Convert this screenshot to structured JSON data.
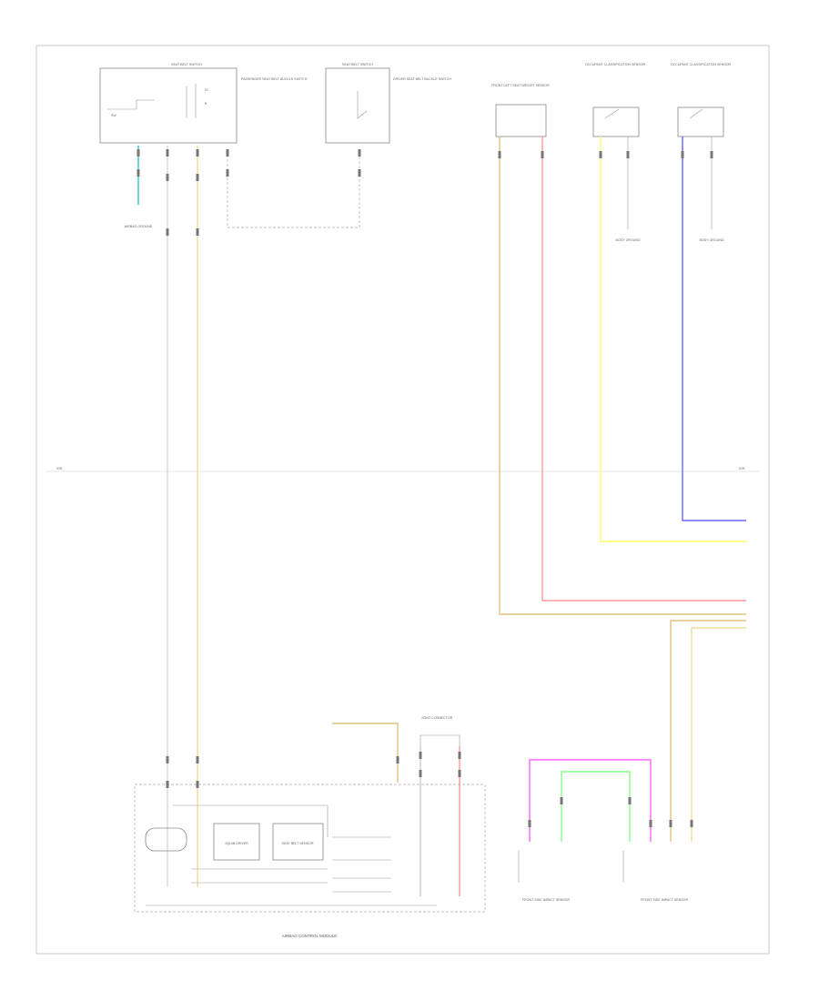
{
  "diagram": {
    "page_code": "",
    "labels": {
      "switch_box_left_title": "SEAT BELT SWITCH",
      "switch_box_left_note": "PASSENGER SEAT BELT BUCKLE SWITCH",
      "switch_box_mid_title": "SEAT BELT SWITCH",
      "switch_box_mid_note": "DRIVER SEAT BELT BUCKLE SWITCH",
      "right_top_1": "FRONT LEFT SEAT WEIGHT SENSOR",
      "right_top_2": "OCCUPANT CLASSIFICATION SENSOR",
      "right_top_3": "OCCUPANT CLASSIFICATION SENSOR",
      "ground_left": "AIRBAG GROUND",
      "ground_right_1": "BODY GROUND",
      "ground_right_2": "BODY GROUND",
      "ecu_title": "AIRBAG CONTROL MODULE",
      "ecu_block_1": "SQUIB DRIVER",
      "ecu_block_2": "SEAT BELT SENSOR",
      "bottom_left_sensor": "FRONT SIDE IMPACT SENSOR",
      "bottom_right_sensor": "FRONT SIDE IMPACT SENSOR",
      "connector_top": "JOINT CONNECTOR",
      "mid_left": "IGN",
      "mid_right": "IGN"
    },
    "colors": {
      "cyan": "#33cccc",
      "tan": "#e0c080",
      "pink": "#ff9999",
      "yellow": "#ffff66",
      "blue": "#6666ff",
      "magenta": "#ff66ff",
      "green": "#88ff88",
      "grey": "#999999"
    }
  }
}
